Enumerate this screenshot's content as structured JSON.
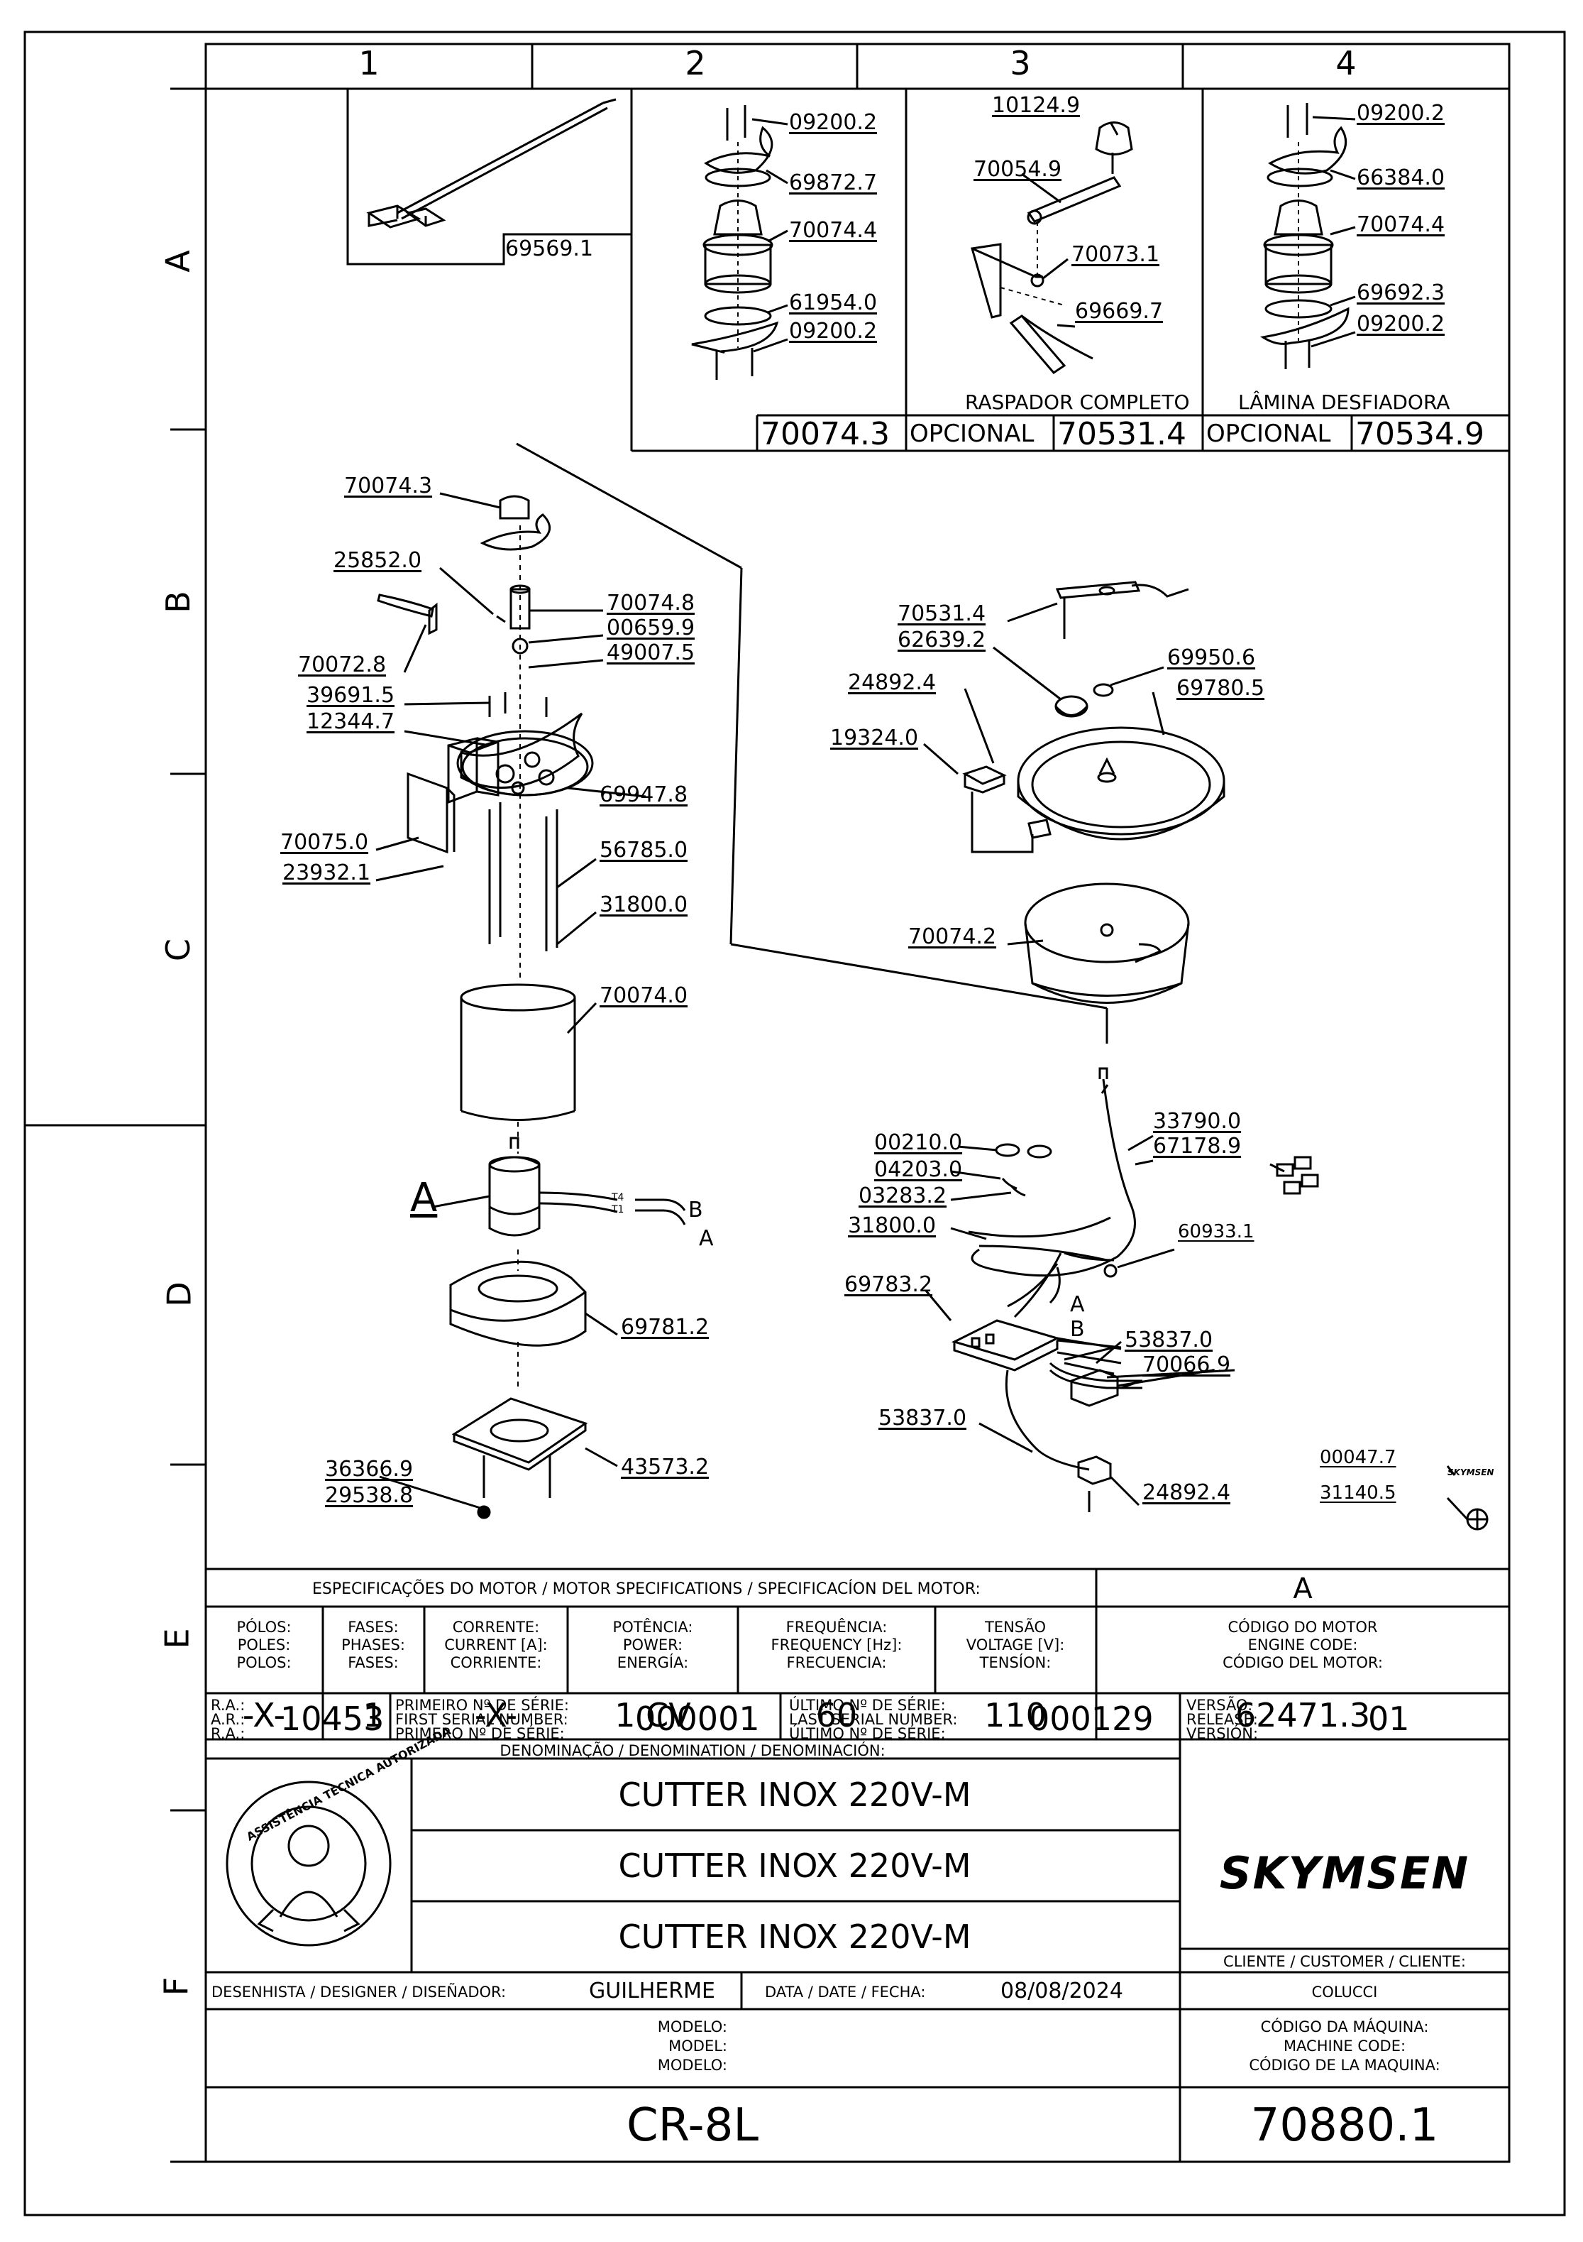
{
  "grid": {
    "columns": [
      "1",
      "2",
      "3",
      "4"
    ],
    "rows": [
      "A",
      "B",
      "C",
      "D",
      "E",
      "F"
    ]
  },
  "top_panels": {
    "panel1_code": "69569.1",
    "panel2_code": "70074.3",
    "panel3_code": "70531.4",
    "panel4_code": "70534.9",
    "optional_label_3": "OPCIONAL",
    "optional_label_4": "OPCIONAL",
    "panel3_caption": "RASPADOR COMPLETO",
    "panel4_caption": "LÂMINA DESFIADORA",
    "panel2_parts": [
      "09200.2",
      "69872.7",
      "70074.4",
      "61954.0",
      "09200.2"
    ],
    "panel3_parts": [
      "10124.9",
      "70054.9",
      "70073.1",
      "69669.7"
    ],
    "panel4_parts": [
      "09200.2",
      "66384.0",
      "70074.4",
      "69692.3",
      "09200.2"
    ]
  },
  "main_parts": {
    "left_column": [
      "70074.3",
      "25852.0",
      "70074.8",
      "00659.9",
      "49007.5",
      "70072.8",
      "39691.5",
      "12344.7",
      "69947.8",
      "70075.0",
      "23932.1",
      "56785.0",
      "31800.0",
      "70074.0",
      "69781.2",
      "36366.9",
      "29538.8",
      "43573.2"
    ],
    "motor_label": "A",
    "wire_labels": [
      "T4",
      "T1",
      "B",
      "A"
    ],
    "right_upper": [
      "70531.4",
      "62639.2",
      "69950.6",
      "24892.4",
      "69780.5",
      "19324.0",
      "70074.2"
    ],
    "right_lower": [
      "33790.0",
      "67178.9",
      "00210.0",
      "04203.0",
      "03283.2",
      "31800.0",
      "60933.1",
      "69783.2",
      "53837.0",
      "70066.9",
      "53837.0",
      "24892.4",
      "00047.7",
      "31140.5"
    ],
    "board_labels": [
      "A",
      "B"
    ],
    "mini_logo": "SKYMSEN"
  },
  "specs": {
    "header": "ESPECIFICAÇÕES DO MOTOR / MOTOR SPECIFICATIONS / SPECIFICACÍON DEL MOTOR:",
    "version_letter": "A",
    "columns": [
      {
        "l1": "PÓLOS:",
        "l2": "POLES:",
        "l3": "POLOS:",
        "value": "-X-"
      },
      {
        "l1": "FASES:",
        "l2": "PHASES:",
        "l3": "FASES:",
        "value": "1"
      },
      {
        "l1": "CORRENTE:",
        "l2": "CURRENT [A]:",
        "l3": "CORRIENTE:",
        "value": "-X-"
      },
      {
        "l1": "POTÊNCIA:",
        "l2": "POWER:",
        "l3": "ENERGÍA:",
        "value": "1 CV"
      },
      {
        "l1": "FREQUÊNCIA:",
        "l2": "FREQUENCY [Hz]:",
        "l3": "FRECUENCIA:",
        "value": "60"
      },
      {
        "l1": "TENSÃO",
        "l2": "VOLTAGE [V]:",
        "l3": "TENSÍON:",
        "value": "110"
      }
    ],
    "engine_code_l1": "CÓDIGO DO MOTOR",
    "engine_code_l2": "ENGINE CODE:",
    "engine_code_l3": "CÓDIGO DEL MOTOR:",
    "engine_code": "62471.3"
  },
  "serials": {
    "ra_l1": "R.A.:",
    "ra_l2": "A.R.:",
    "ra_l3": "R.A.:",
    "ra_value": "10453",
    "first_l1": "PRIMEIRO Nº DE SÉRIE:",
    "first_l2": "FIRST SERIAL NUMBER:",
    "first_l3": "PRIMERO Nº DE SÉRIE:",
    "first_value": "000001",
    "last_l1": "ÚLTIMO Nº DE SÉRIE:",
    "last_l2": "LAST SERIAL NUMBER:",
    "last_l3": "ÚLTIMO Nº DE SÉRIE:",
    "last_value": "000129",
    "version_l1": "VERSÃO:",
    "version_l2": "RELEASE:",
    "version_l3": "VERSIÓN:",
    "version_value": "01"
  },
  "title_block": {
    "denomination_header": "DENOMINAÇÃO / DENOMINATION / DENOMINACIÓN:",
    "seal_text": "ASSISTÊNCIA TÉCNICA AUTORIZADA",
    "lines": [
      "CUTTER INOX 220V-M",
      "CUTTER INOX 220V-M",
      "CUTTER INOX 220V-M"
    ],
    "brand": "SKYMSEN",
    "client_label": "CLIENTE / CUSTOMER / CLIENTE:",
    "client_value": "COLUCCI",
    "designer_label": "DESENHISTA / DESIGNER / DISEÑADOR:",
    "designer_value": "GUILHERME",
    "date_label": "DATA / DATE / FECHA:",
    "date_value": "08/08/2024",
    "model_l1": "MODELO:",
    "model_l2": "MODEL:",
    "model_l3": "MODELO:",
    "machine_l1": "CÓDIGO DA MÁQUINA:",
    "machine_l2": "MACHINE CODE:",
    "machine_l3": "CÓDIGO DE LA MAQUINA:",
    "model_value": "CR-8L",
    "machine_code": "70880.1"
  }
}
